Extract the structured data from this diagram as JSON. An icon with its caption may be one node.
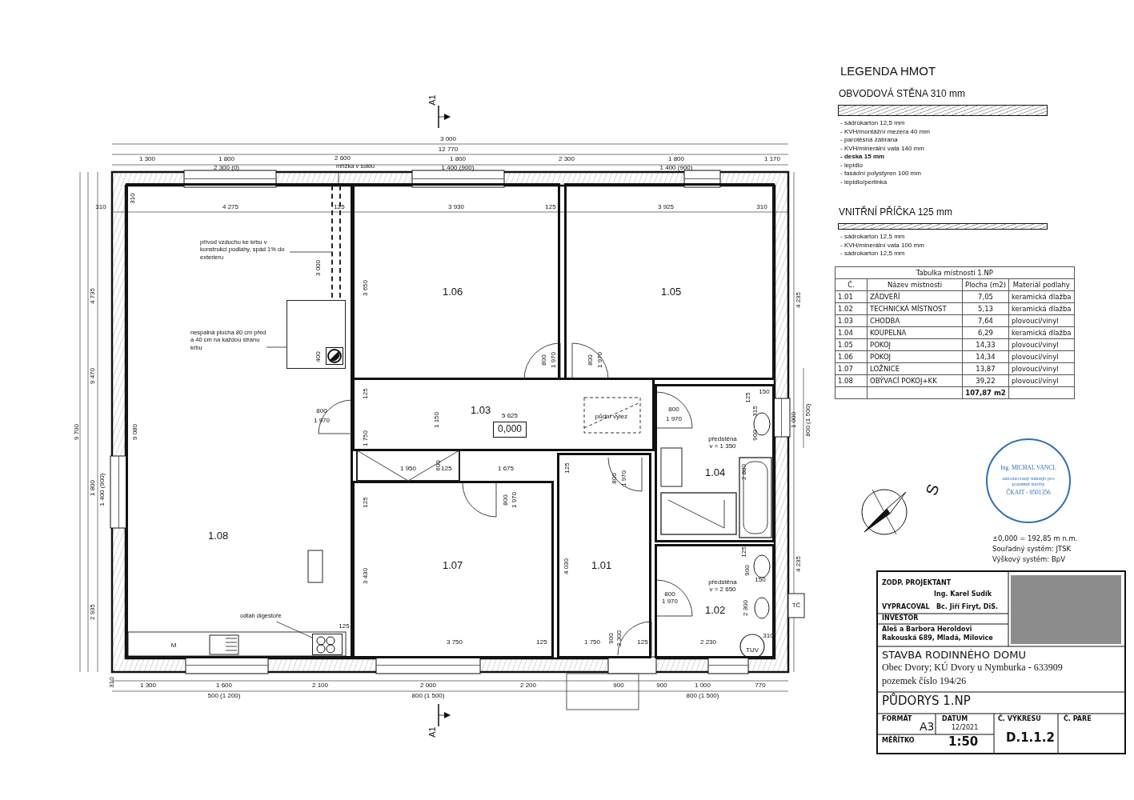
{
  "diagram": {
    "nodes": [
      {
        "text": [
          "1.08"
        ]
      },
      {
        "text": [
          "mřížka v soklu"
        ]
      },
      {
        "text": [],
        "shape": "bar",
        "in": 0
      },
      {
        "text": [
          "přívod vzduchu ke krbu v konstrukci podlahy, spád 1% do exterieru"
        ],
        "in": 0
      },
      {
        "text": [
          "nespalná plocha 80 cm před a 40 cm na každou stranu krbu"
        ],
        "in": 0
      },
      {
        "text": [],
        "shape": "box",
        "in": 0
      },
      {
        "text": [
          "odtah digestoře"
        ],
        "in": 0
      },
      {
        "text": [],
        "shape": "box",
        "in": 0
      },
      {
        "text": [
          "1.06"
        ]
      },
      {
        "text": [
          "1.05"
        ]
      },
      {
        "text": [
          "1.03"
        ]
      },
      {
        "text": [
          "0,000"
        ],
        "in": 10
      },
      {
        "text": [
          "1.04"
        ]
      },
      {
        "text": [
          "1.07"
        ]
      },
      {
        "text": [
          "1.01"
        ]
      },
      {
        "text": [
          "1.02"
        ]
      },
      {
        "text": [
          "Ing. MICHAL VANCL",
          "autorizovaný inženýr pro pozemní stavby",
          "ČKAIT - 0501356"
        ]
      }
    ],
    "edges": [
      {
        "from": 1,
        "to": 2,
        "arrow": "none"
      },
      {
        "from": 3,
        "to": 2,
        "arrow": "none"
      },
      {
        "from": 4,
        "to": 5,
        "arrow": "none"
      },
      {
        "from": 6,
        "to": 7,
        "arrow": "none"
      }
    ],
    "labels": [
      "A1",
      "3 000",
      "12 770",
      "1 300",
      "1 800",
      "2 300 (0)",
      "2 600",
      "1 800",
      "1 400 (900)",
      "2 300",
      "1 800",
      "1 400 (900)",
      "1 170",
      "310",
      "310",
      "4 275",
      "125",
      "3 930",
      "125",
      "3 925",
      "310",
      "4 735",
      "3 000",
      "3 650",
      "4 235",
      "400",
      "800",
      "1 970",
      "800",
      "1 970",
      "125",
      "125",
      "150",
      "800",
      "1 970",
      "1 150",
      "5 625",
      "půdní výlez",
      "800",
      "1 970",
      "315",
      "9 700",
      "9 470",
      "9 080",
      "1 000",
      "800 (1 500)",
      "900",
      "1 750",
      "předstěna",
      "v = 1 350",
      "2 880",
      "1 950",
      "600",
      "125",
      "1 675",
      "125",
      "1 800",
      "1 400 (900)",
      "800",
      "1 970",
      "800",
      "1 970",
      "125",
      "S",
      "3 430",
      "4 030",
      "125",
      "900",
      "4 235",
      "předstěna",
      "v = 2 650",
      "150",
      "800",
      "1 970",
      "2 935",
      "2 300",
      "TČ",
      "M",
      "125",
      "3 750",
      "125",
      "1 750",
      "900",
      "2 300",
      "125",
      "2 230",
      "310",
      "TUV",
      "310",
      "1 300",
      "1 600",
      "500 (1 200)",
      "2 100",
      "2 000",
      "800 (1 500)",
      "2 200",
      "900",
      "900",
      "1 000",
      "800 (1 500)",
      "770",
      "A1",
      "LEGENDA HMOT",
      "- sádrokarton 12,5 mm",
      "- KVH/montážní mezera 40 mm",
      "- parotěsná zábrana",
      "- KVH/minerální vata 140 mm",
      "- deska 15 mm",
      "- lepidlo",
      "- fasádní polystyren 100 mm",
      "- lepidlo/perlinka",
      "- sádrokarton 12,5 mm",
      "- KVH/minerální vata 100 mm",
      "- sádrokarton 12,5 mm",
      "Tabulka místností 1.NP",
      "Č.",
      "Název místnosti",
      "Plocha (m2)",
      "Materiál podlahy",
      "1.01",
      "ZÁDVEŘÍ",
      "7,05",
      "keramická dlažba",
      "1.02",
      "TECHNICKÁ MÍSTNOST",
      "5,13",
      "keramická dlažba",
      "1.03",
      "CHODBA",
      "7,64",
      "plovoucí/vinyl",
      "1.04",
      "KOUPELNA",
      "6,29",
      "keramická dlažba",
      "1.05",
      "POKOJ",
      "14,33",
      "plovoucí/vinyl",
      "1.06",
      "POKOJ",
      "14,34",
      "plovoucí/vinyl",
      "1.07",
      "LOŽNICE",
      "13,87",
      "plovoucí/vinyl",
      "1.08",
      "OBÝVACÍ POKOJ+KK",
      "39,22",
      "plovoucí/vinyl",
      "107,87 m2",
      "±0,000 = 192,85 m n.m.",
      "Souřadný systém: JTSK",
      "Výškový systém: BpV",
      "ZODP. PROJEKTANT",
      "Ing. Karel Sudík",
      "VYPRACOVAL",
      "Bc. Jiří Firyt, DiS.",
      "INVESTOR",
      "Aleš a Barbora Heroldovi",
      "Rakouská 689, Mladá, Milovice",
      "STAVBA RODINNÉHO DOMU",
      "Obec Dvory; KÚ Dvory u Nymburka - 633909",
      "pozemek číslo 194/26",
      "PŮDORYS 1.NP",
      "FORMÁT",
      "A3",
      "DATUM",
      "12/2021",
      "Č. VÝKRESU",
      "D.1.1.2",
      "Č. PARE",
      "MĚŘÍTKO",
      "1:50"
    ],
    "legend": [
      {
        "text": "OBVODOVÁ STĚNA 310 mm"
      },
      {
        "text": "VNITŘNÍ PŘÍČKA 125 mm"
      }
    ]
  }
}
